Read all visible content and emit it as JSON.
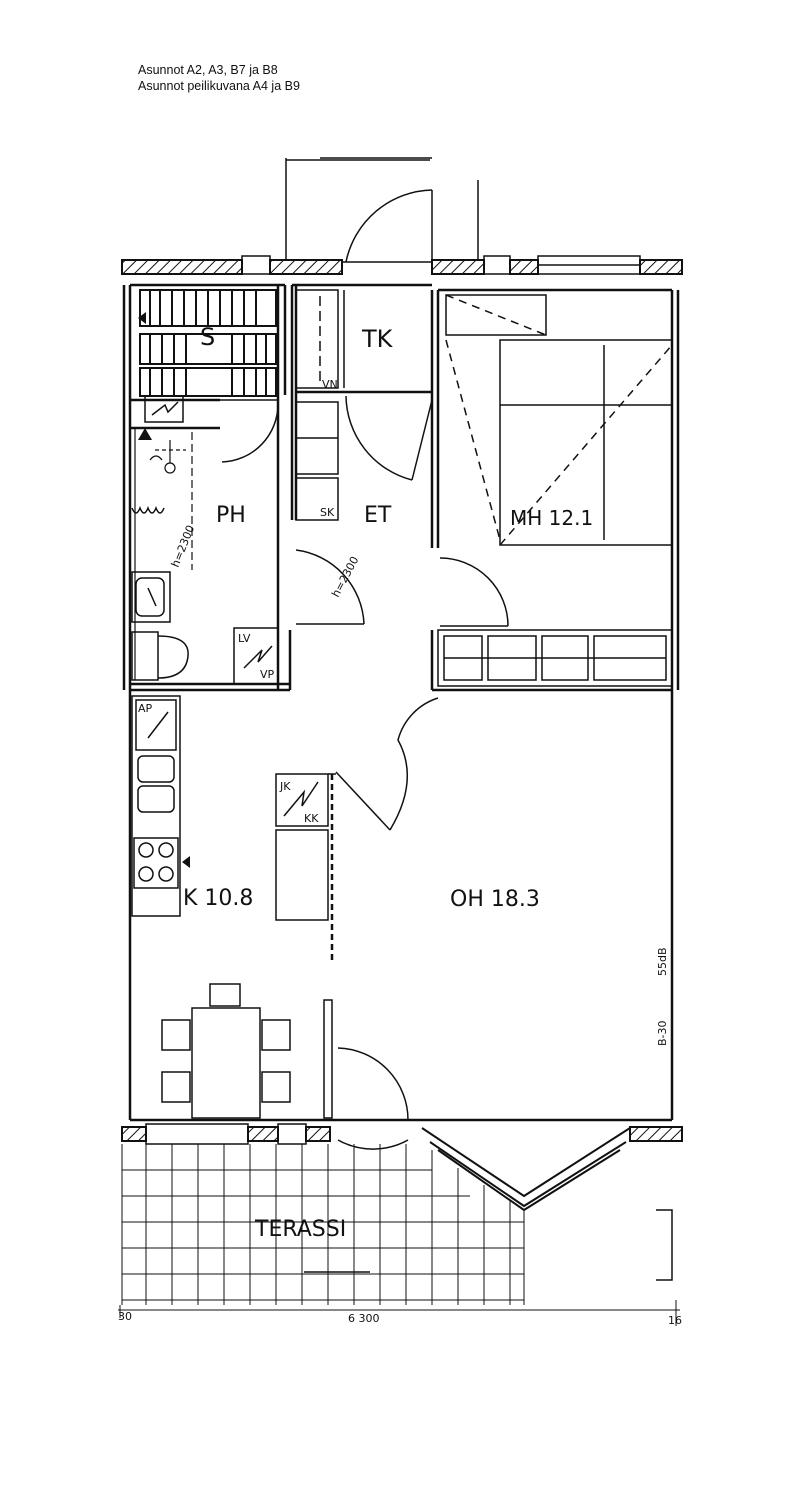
{
  "header": {
    "line1": "Asunnot A2, A3, B7 ja B8",
    "line2": "Asunnot peilikuvana A4 ja B9"
  },
  "rooms": {
    "sauna": "S",
    "closet": "TK",
    "bathroom": "PH",
    "hall": "ET",
    "bedroom": "MH 12.1",
    "kitchen": "K 10.8",
    "living": "OH 18.3",
    "terrace": "TERASSI"
  },
  "fixtures": {
    "vn": "VN",
    "sk": "SK",
    "lv": "LV",
    "vp": "VP",
    "ap": "AP",
    "jk": "JK",
    "kk": "KK"
  },
  "annotations": {
    "ceiling_height_bath": "h=2300",
    "ceiling_height_hall": "h=2300",
    "wall_spec_1": "55dB",
    "wall_spec_2": "B-30",
    "dim_total": "6 300",
    "dim_left": "30",
    "dim_right": "16"
  }
}
